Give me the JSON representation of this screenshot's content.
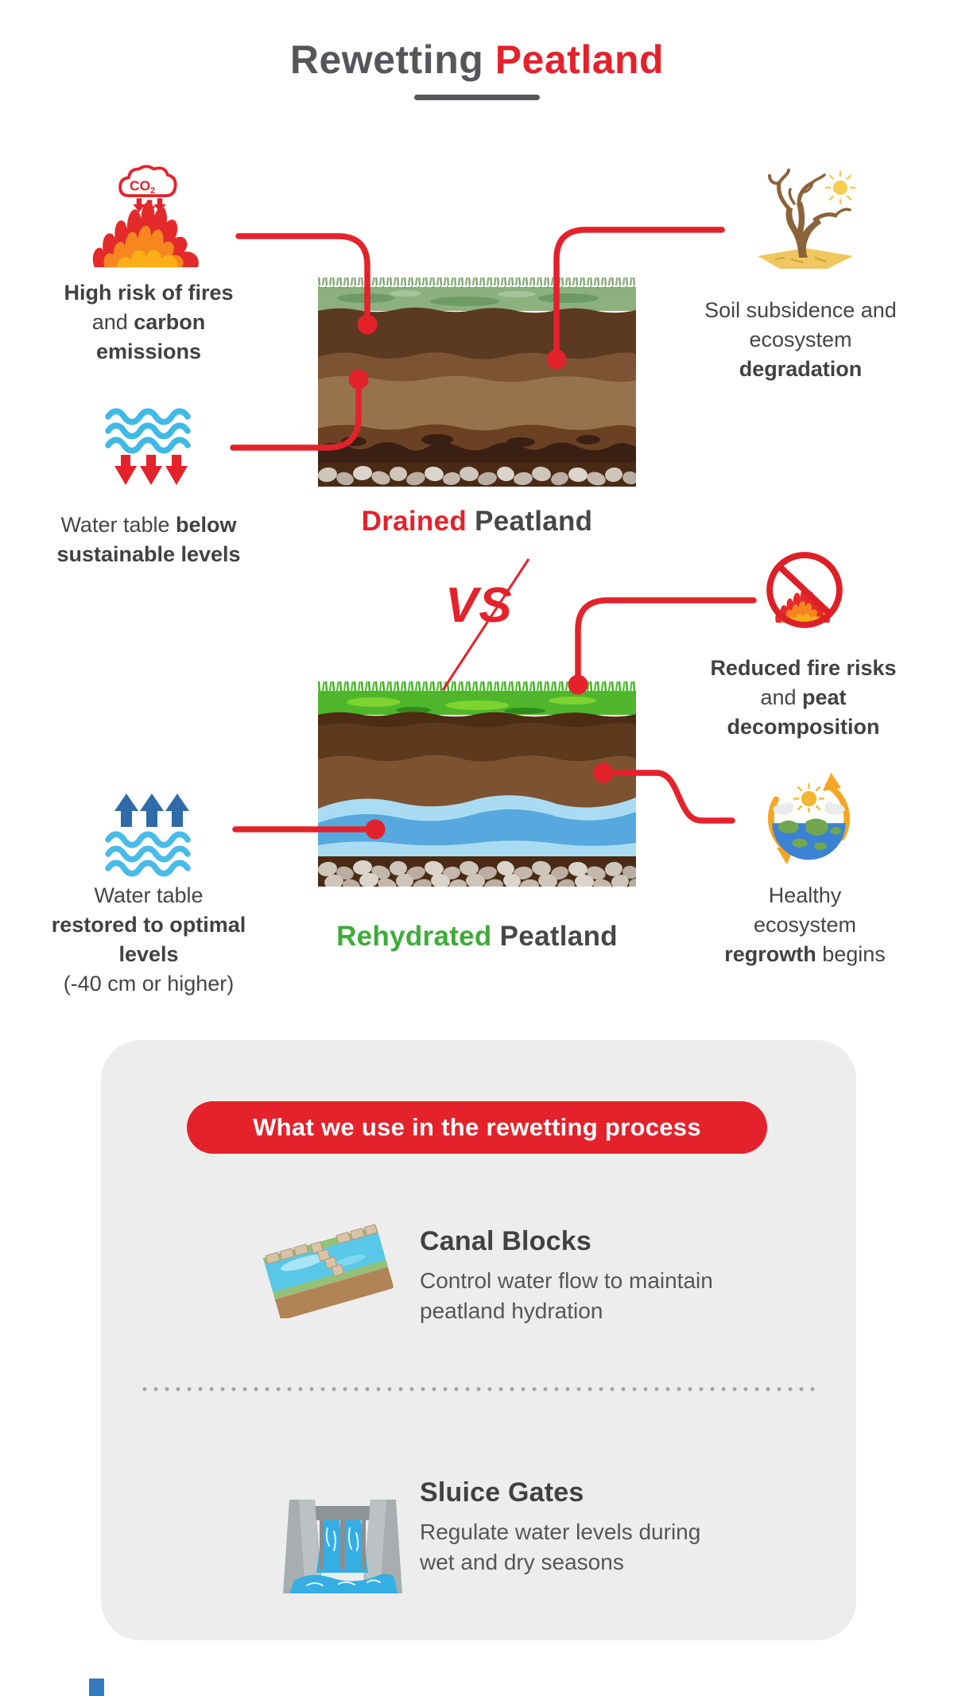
{
  "title": {
    "part_gray": "Rewetting",
    "part_red": "Peatland"
  },
  "sections": {
    "drained": {
      "highlight": "Drained",
      "rest": "Peatland"
    },
    "vs": "VS",
    "rehydrated": {
      "highlight": "Rehydrated",
      "rest": "Peatland"
    }
  },
  "callouts": {
    "fire": {
      "lines": [
        [
          {
            "t": "High risk of fires",
            "b": true
          }
        ],
        [
          {
            "t": "and ",
            "b": false
          },
          {
            "t": "carbon",
            "b": true
          }
        ],
        [
          {
            "t": "emissions",
            "b": true
          }
        ]
      ]
    },
    "tree": {
      "lines": [
        [
          {
            "t": "Soil subsidence and",
            "b": false
          }
        ],
        [
          {
            "t": "ecosystem",
            "b": false
          }
        ],
        [
          {
            "t": "degradation",
            "b": true
          }
        ]
      ]
    },
    "water_down": {
      "lines": [
        [
          {
            "t": "Water table ",
            "b": false
          },
          {
            "t": "below",
            "b": true
          }
        ],
        [
          {
            "t": "sustainable levels",
            "b": true
          }
        ]
      ]
    },
    "no_fire": {
      "lines": [
        [
          {
            "t": "Reduced fire risks",
            "b": true
          }
        ],
        [
          {
            "t": "and ",
            "b": false
          },
          {
            "t": "peat",
            "b": true
          }
        ],
        [
          {
            "t": "decomposition",
            "b": true
          }
        ]
      ]
    },
    "water_up": {
      "lines": [
        [
          {
            "t": "Water table",
            "b": false
          }
        ],
        [
          {
            "t": "restored to optimal",
            "b": true
          }
        ],
        [
          {
            "t": "levels",
            "b": true
          }
        ],
        [
          {
            "t": "(-40 cm or higher)",
            "b": false
          }
        ]
      ]
    },
    "ecosystem": {
      "lines": [
        [
          {
            "t": "Healthy",
            "b": false
          }
        ],
        [
          {
            "t": "ecosystem",
            "b": false
          }
        ],
        [
          {
            "t": "regrowth",
            "b": true
          },
          {
            "t": " begins",
            "b": false
          }
        ]
      ]
    }
  },
  "panel": {
    "header": "What we use in the rewetting process",
    "items": [
      {
        "title": "Canal Blocks",
        "desc": "Control water flow to maintain peatland hydration"
      },
      {
        "title": "Sluice Gates",
        "desc": "Regulate water levels during wet and dry seasons"
      }
    ]
  },
  "icons": {
    "fire": "fire-co2-icon",
    "tree": "dead-tree-icon",
    "water_down": "water-table-down-icon",
    "no_fire": "no-fire-icon",
    "water_up": "water-table-up-icon",
    "ecosystem": "ecosystem-cycle-icon",
    "canal": "canal-block-icon",
    "sluice": "sluice-gate-icon"
  },
  "colors": {
    "accent_red": "#E4222B",
    "label_green": "#3EAC39",
    "title_gray": "#55565A",
    "text_dark": "#454547",
    "panel_gray": "#EDEDEE",
    "wave_blue": "#3FB9E6",
    "arrow_up_blue": "#2E6BA8",
    "ring_orange": "#F5A623"
  }
}
